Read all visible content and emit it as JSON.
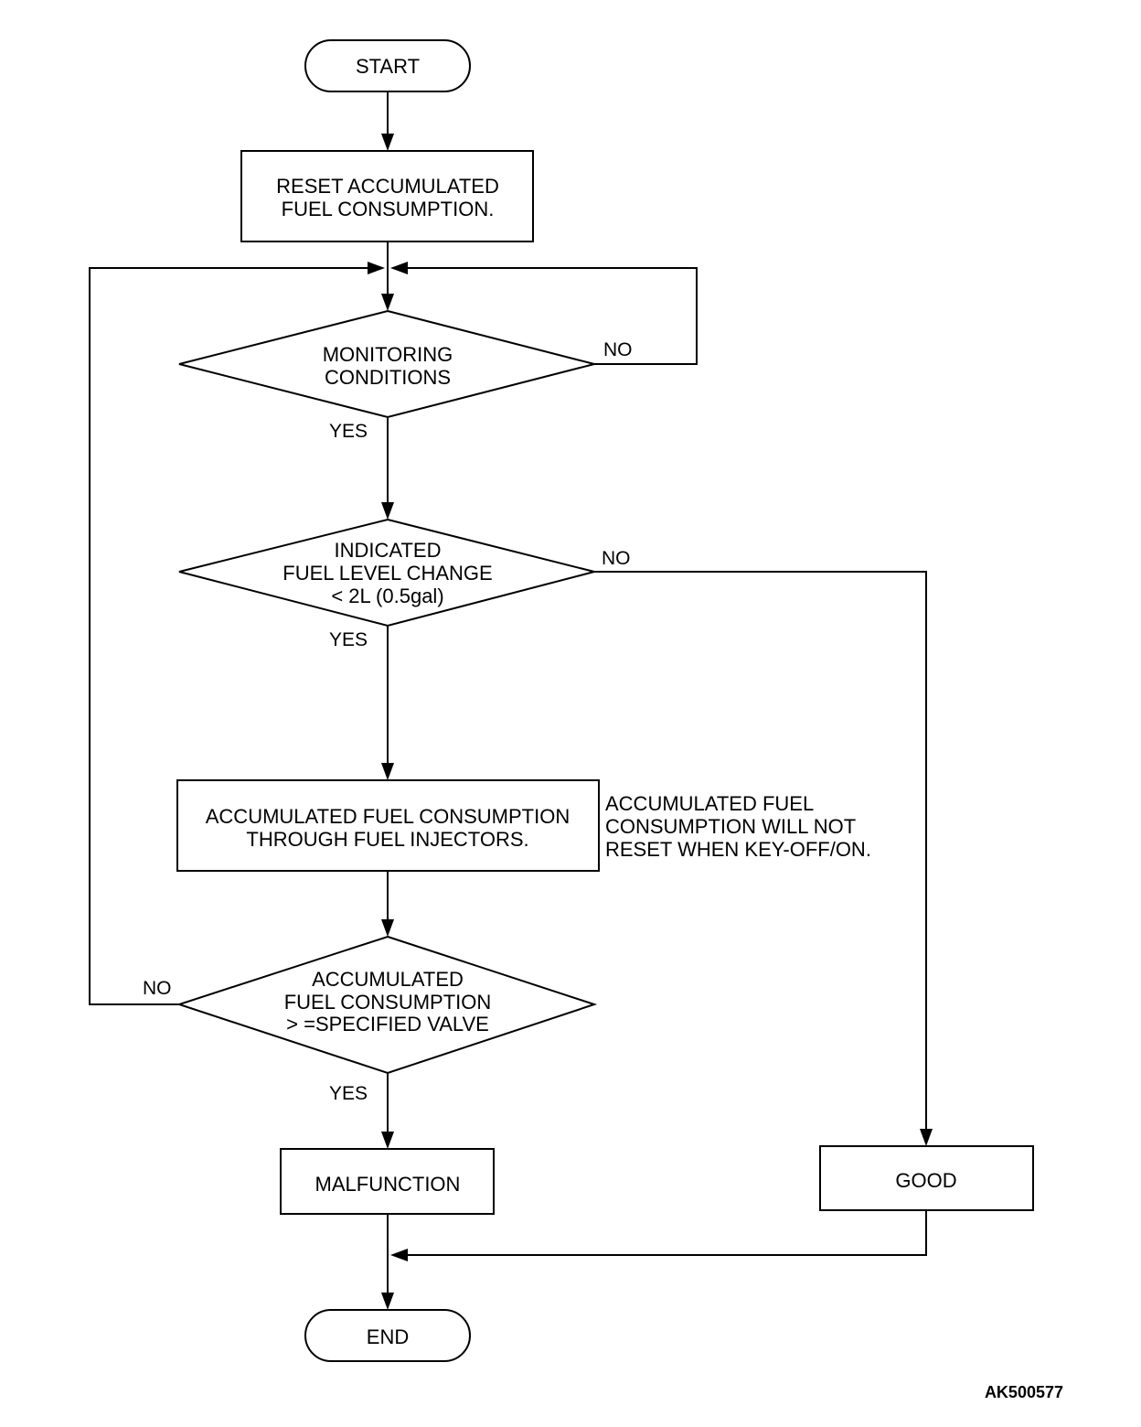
{
  "nodes": {
    "start": "START",
    "reset": [
      "RESET ACCUMULATED",
      "FUEL CONSUMPTION."
    ],
    "monitoring": [
      "MONITORING",
      "CONDITIONS"
    ],
    "fuel_level": [
      "INDICATED",
      "FUEL LEVEL CHANGE",
      "< 2L (0.5gal)"
    ],
    "accumulate": [
      "ACCUMULATED FUEL CONSUMPTION",
      "THROUGH FUEL INJECTORS."
    ],
    "accumulate_note": [
      "ACCUMULATED FUEL",
      "CONSUMPTION WILL NOT",
      "RESET WHEN KEY-OFF/ON."
    ],
    "threshold": [
      "ACCUMULATED",
      "FUEL  CONSUMPTION",
      "> =SPECIFIED VALVE"
    ],
    "malfunction": "MALFUNCTION",
    "good": "GOOD",
    "end": "END"
  },
  "edge_labels": {
    "monitoring_no": "NO",
    "monitoring_yes": "YES",
    "fuel_level_no": "NO",
    "fuel_level_yes": "YES",
    "threshold_no": "NO",
    "threshold_yes": "YES"
  },
  "figure_id": "AK500577"
}
